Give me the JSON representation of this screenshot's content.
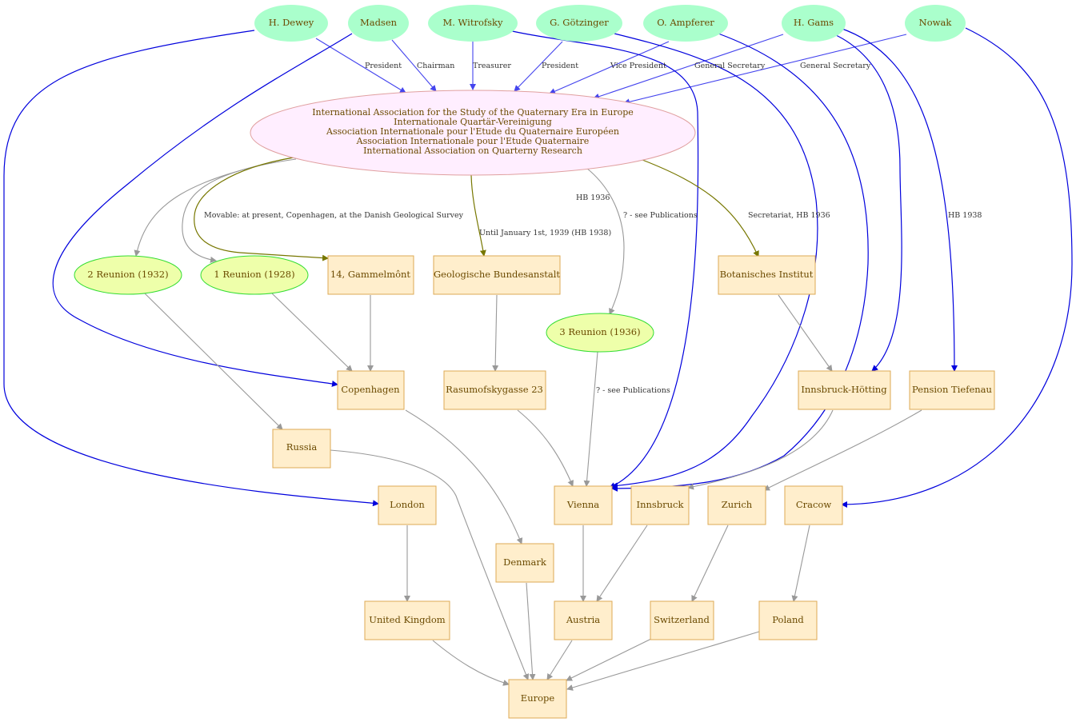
{
  "diagram": {
    "colors": {
      "person_fill": "#aaffcc",
      "association_fill": "#ffeeff",
      "association_stroke": "#e0a0a0",
      "reunion_fill": "#eeffaa",
      "reunion_stroke": "#33dd33",
      "place_fill": "#ffeecc",
      "place_stroke": "#ddaa55",
      "text": "#6b4a00",
      "edge_person": "#0000dd",
      "edge_role": "#4444ee",
      "edge_gray": "#999999",
      "edge_olive": "#777700"
    },
    "nodes": {
      "dewey": "H.  Dewey",
      "madsen": "Madsen",
      "witrofsky": "M. Witrofsky",
      "gotzinger": "G. Götzinger",
      "ampferer": "O. Ampferer",
      "gams": "H. Gams",
      "nowak": "Nowak",
      "association": [
        "International Association for the Study of the Quaternary Era in Europe",
        "Internationale Quartär-Vereinigung",
        "Association Internationale pour l'Etude du Quaternaire Européen",
        "Association Internationale pour l'Etude Quaternaire",
        "International Association on Quarterny Research"
      ],
      "reunion2": "2 Reunion (1932)",
      "reunion1": "1 Reunion (1928)",
      "reunion3": "3 Reunion (1936)",
      "gammelmont": "14, Gammelmônt",
      "geologische": "Geologische Bundesanstalt",
      "botanisches": "Botanisches Institut",
      "copenhagen": "Copenhagen",
      "rasumofsky": "Rasumofskygasse 23",
      "innsbruck_hotting": "Innsbruck-Hötting",
      "tiefenau": "Pension Tiefenau",
      "russia": "Russia",
      "london": "London",
      "vienna": "Vienna",
      "innsbruck": "Innsbruck",
      "zurich": "Zurich",
      "cracow": "Cracow",
      "denmark": "Denmark",
      "uk": "United Kingdom",
      "austria": "Austria",
      "switzerland": "Switzerland",
      "poland": "Poland",
      "europe": "Europe"
    },
    "edge_labels": {
      "dewey_role": "President",
      "madsen_role": "Chairman",
      "witrofsky_role": "Treasurer",
      "gotzinger_role": "President",
      "ampferer_role": "Vice President",
      "gams_role": "General Secretary",
      "nowak_role": "General Secretary",
      "movable": "Movable: at present, Copenhagen, at the Danish Geological Survey",
      "until": "Until January 1st, 1939 (HB 1938)",
      "hb1936": "HB 1936",
      "see_pub1": "? - see Publications",
      "secretariat": "Secretariat, HB 1936",
      "hb1938": "HB 1938",
      "see_pub2": "? - see Publications"
    }
  }
}
